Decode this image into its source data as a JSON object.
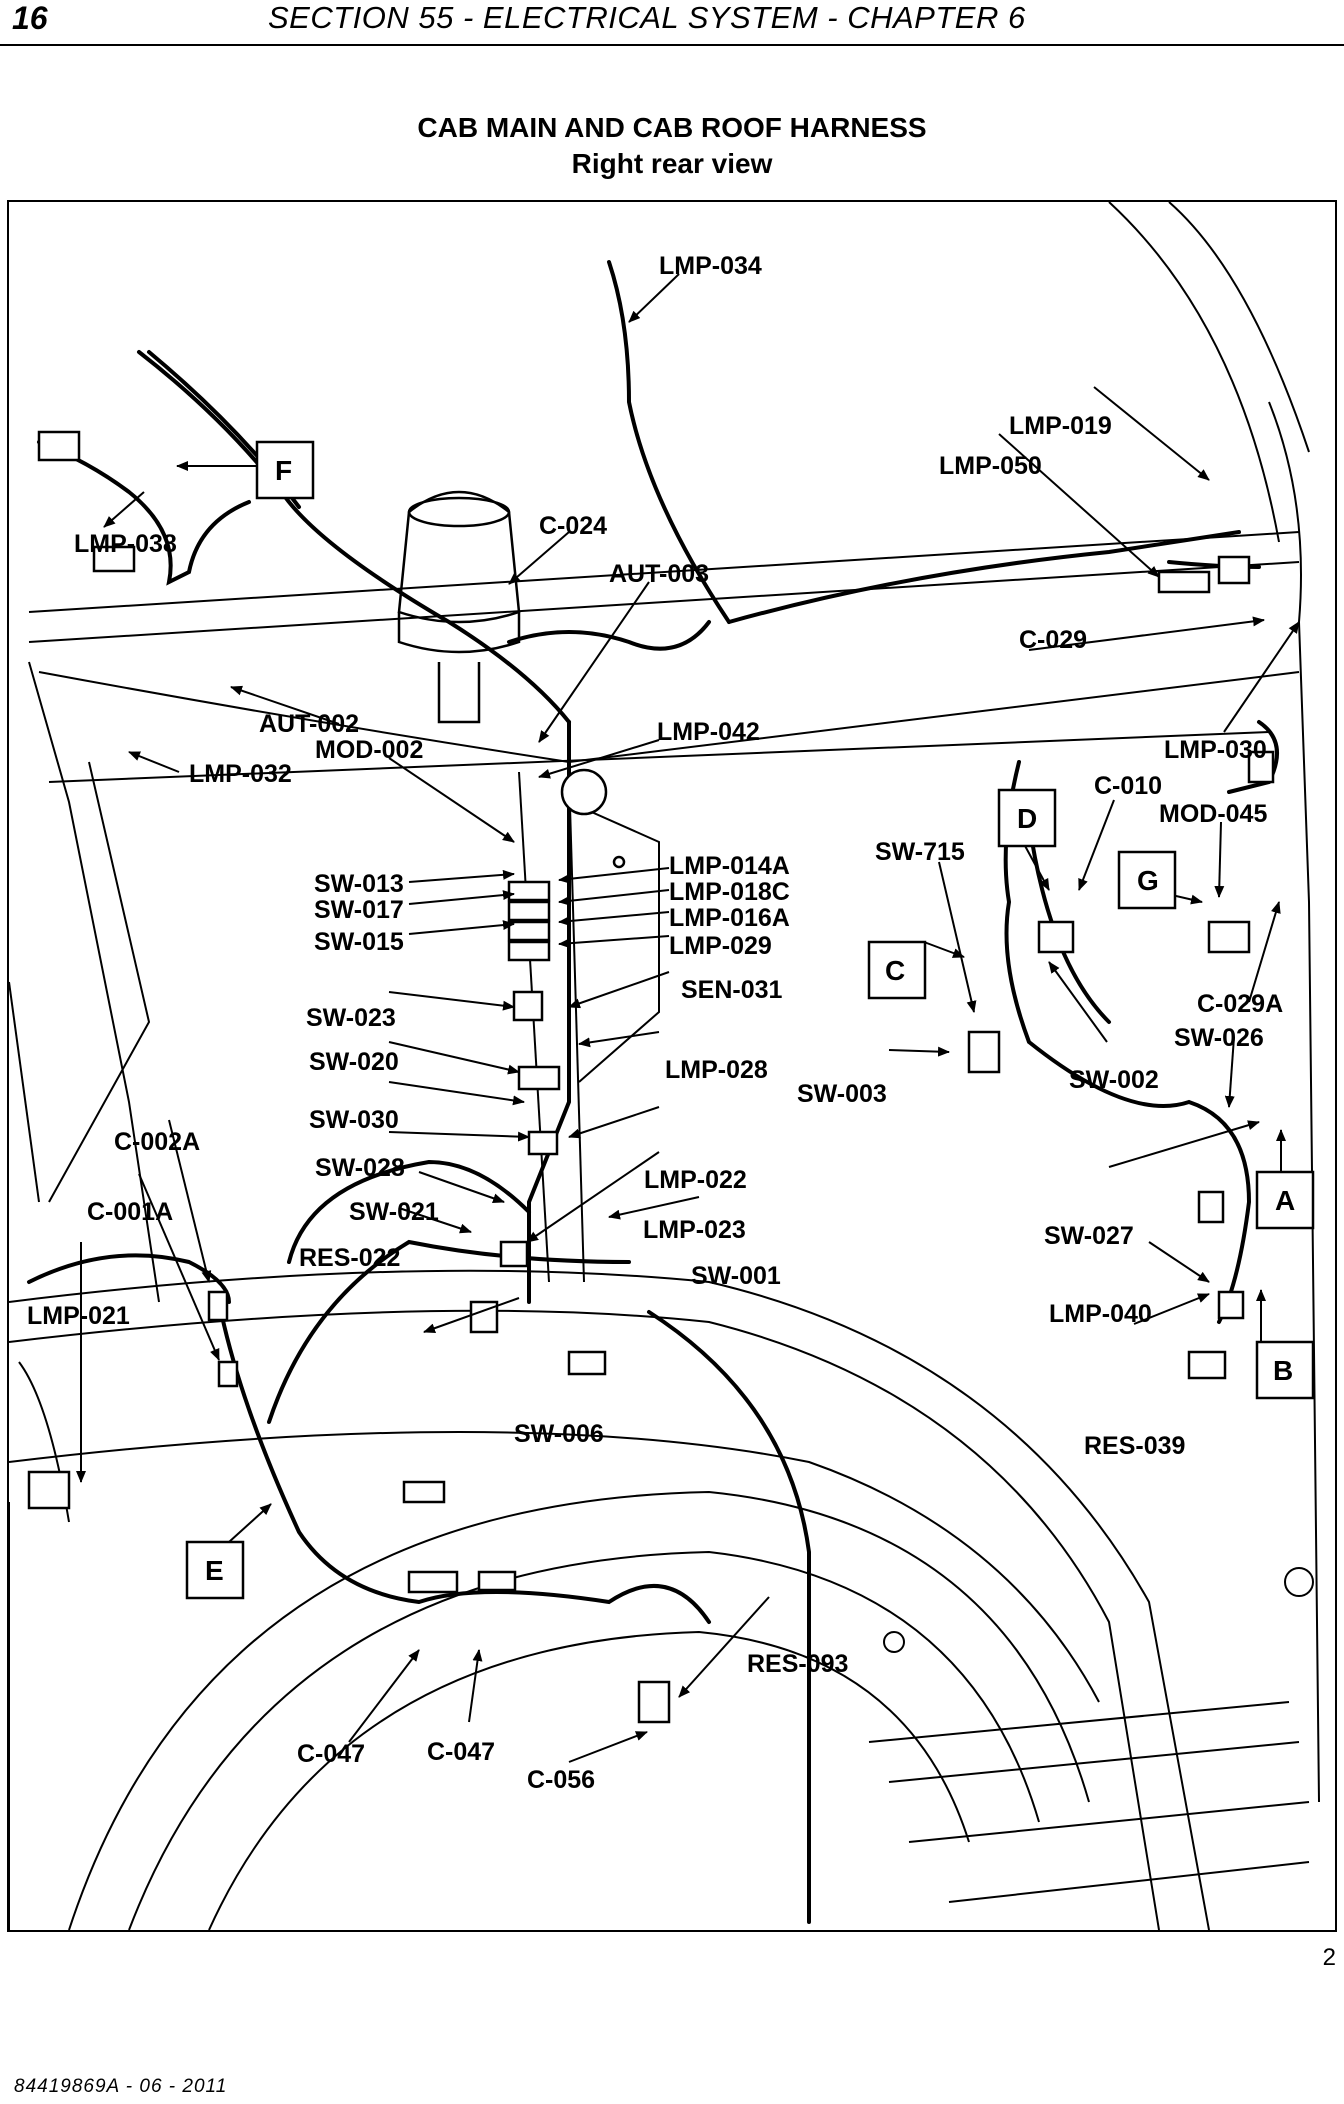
{
  "header": {
    "page_number": "16",
    "section_title": "SECTION 55 - ELECTRICAL SYSTEM - CHAPTER 6"
  },
  "figure": {
    "title": "CAB MAIN AND CAB ROOF HARNESS",
    "subtitle": "Right rear view",
    "number": "2",
    "labels": [
      "LMP-034",
      "LMP-019",
      "LMP-050",
      "F",
      "LMP-038",
      "C-024",
      "AUT-003",
      "C-029",
      "AUT-002",
      "LMP-042",
      "MOD-002",
      "LMP-030",
      "LMP-032",
      "C-010",
      "D",
      "MOD-045",
      "SW-715",
      "G",
      "SW-013",
      "LMP-014A",
      "SW-017",
      "LMP-018C",
      "LMP-016A",
      "SW-015",
      "LMP-029",
      "C",
      "SEN-031",
      "C-029A",
      "SW-023",
      "SW-026",
      "SW-020",
      "LMP-028",
      "SW-002",
      "SW-003",
      "SW-030",
      "C-002A",
      "SW-028",
      "LMP-022",
      "A",
      "SW-021",
      "C-001A",
      "LMP-023",
      "SW-027",
      "RES-022",
      "SW-001",
      "LMP-040",
      "LMP-021",
      "B",
      "SW-006",
      "RES-039",
      "E",
      "RES-093",
      "C-047",
      "C-047",
      "C-056"
    ]
  },
  "footer": {
    "document_code": "84419869A - 06 - 2011"
  }
}
